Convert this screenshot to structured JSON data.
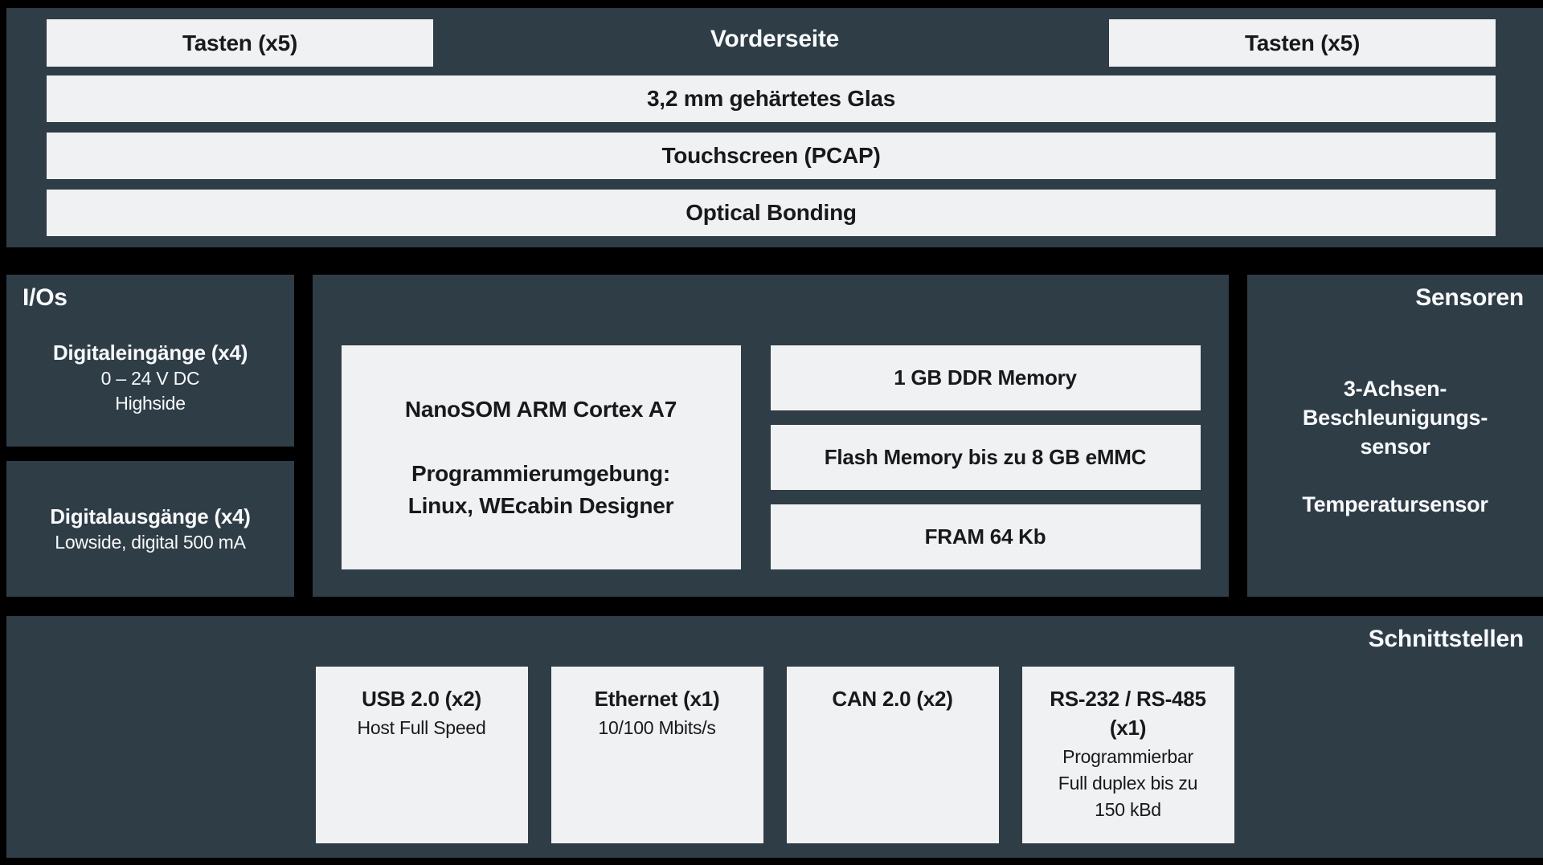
{
  "palette": {
    "background": "#000000",
    "panel": "#2f3d47",
    "box": "#f0f1f2",
    "text_light": "#f7f9fa",
    "text_dark": "#17191c"
  },
  "front": {
    "title": "Vorderseite",
    "buttons_left": "Tasten (x5)",
    "buttons_right": "Tasten (x5)",
    "layers": [
      "3,2 mm gehärtetes Glas",
      "Touchscreen (PCAP)",
      "Optical Bonding"
    ]
  },
  "ios": {
    "title": "I/Os",
    "blocks": [
      {
        "heading": "Digitaleingänge (x4)",
        "lines": [
          "0 – 24 V DC",
          "Highside"
        ]
      },
      {
        "heading": "Digitalausgänge (x4)",
        "lines": [
          "Lowside, digital 500 mA"
        ]
      }
    ]
  },
  "core": {
    "som": [
      "NanoSOM ARM Cortex A7",
      "Programmierumgebung:",
      "Linux, WEcabin Designer"
    ],
    "memory": [
      "1 GB DDR Memory",
      "Flash Memory bis zu 8 GB eMMC",
      "FRAM 64 Kb"
    ]
  },
  "sensors": {
    "title": "Sensoren",
    "accelerometer": [
      "3-Achsen-",
      "Beschleunigungs-",
      "sensor"
    ],
    "temperature": "Temperatursensor"
  },
  "interfaces": {
    "title": "Schnittstellen",
    "boxes": [
      {
        "heading": "USB 2.0 (x2)",
        "lines": [
          "Host Full Speed"
        ]
      },
      {
        "heading": "Ethernet (x1)",
        "lines": [
          "10/100 Mbits/s"
        ]
      },
      {
        "heading": "CAN 2.0 (x2)",
        "lines": []
      },
      {
        "heading": "RS-232 / RS-485",
        "heading2": "(x1)",
        "lines": [
          "Programmierbar",
          "Full duplex bis zu",
          "150 kBd"
        ]
      }
    ]
  }
}
